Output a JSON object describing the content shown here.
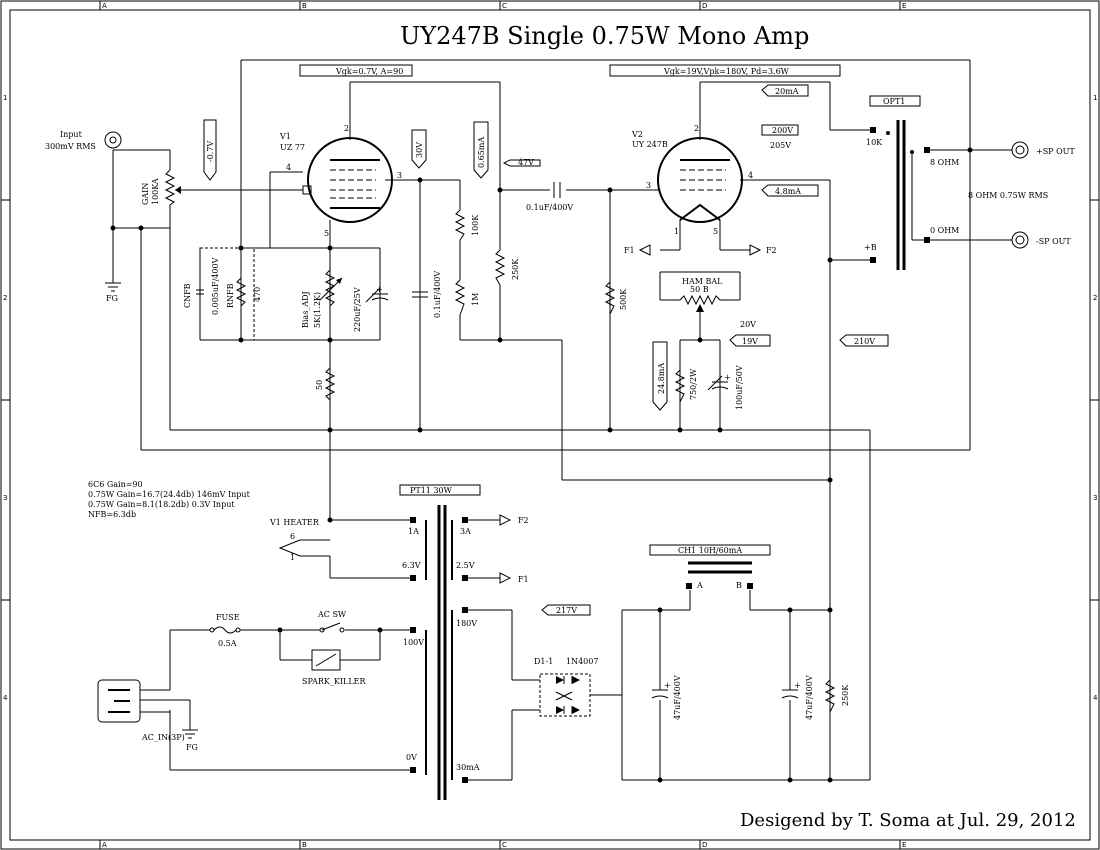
{
  "title": "UY247B Single 0.75W Mono Amp",
  "footer": "Desigend by T. Soma at Jul. 29, 2012",
  "border": {
    "cols": [
      "A",
      "B",
      "C",
      "D",
      "E"
    ],
    "rows": [
      "1",
      "2",
      "3",
      "4"
    ]
  },
  "input": {
    "name": "Input",
    "level": "300mV RMS",
    "fg": "FG"
  },
  "gain_pot": {
    "name": "GAIN",
    "value": "100KA"
  },
  "nfb": {
    "cap_name": "CNFB",
    "cap_value": "0.005uF/400V",
    "res_name": "RNFB",
    "res_value": "470"
  },
  "v1": {
    "ref": "V1",
    "type": "UZ 77",
    "pin_grid": "4",
    "pin_plate": "2",
    "pin_screen": "3",
    "pin_cathode": "5",
    "bias_label": "Vgk=0.7V, A=90",
    "grid_voltage": "-0.7V",
    "screen_voltage": "30V",
    "current": "0.65mA",
    "bias_adj_name": "Bias_ADJ",
    "bias_adj_value": "5K(1.2K)",
    "cathode_cap": "220uF/25V",
    "cathode_res": "50",
    "screen_cap": "0.1uF/400V",
    "r_100k": "100K",
    "r_1m": "1M",
    "r_250k": "250K"
  },
  "coupling": {
    "voltage": "47V",
    "cap": "0.1uF/400V"
  },
  "v2": {
    "ref": "V2",
    "type": "UY 247B",
    "pin_grid": "3",
    "pin_plate": "2",
    "pin_screen": "4",
    "pin_f1": "1",
    "pin_f2": "5",
    "bias_label": "Vgk=19V,Vpk=180V, Pd=3.6W",
    "plate_current": "20mA",
    "plate_voltage_box": "200V",
    "plate_voltage": "205V",
    "screen_current": "4.8mA",
    "grid_res": "500K",
    "hum_bal_name": "HAM BAL",
    "hum_bal_value": "50 B",
    "cathode_voltage_text": "20V",
    "cathode_voltage_box": "19V",
    "cathode_current": "24.8mA",
    "cathode_res": "750/2W",
    "cathode_cap": "100uF/50V",
    "f1": "F1",
    "f2": "F2"
  },
  "opt": {
    "name": "OPT1",
    "primary": "10K",
    "b_plus": "+B",
    "tap_8": "8 OHM",
    "tap_0": "0 OHM",
    "sp_plus": "+SP OUT",
    "sp_minus": "-SP OUT",
    "rating": "8 OHM 0.75W RMS",
    "b_voltage": "210V"
  },
  "notes": [
    "6C6 Gain=90",
    "0.75W Gain=16.7(24.4db) 146mV Input",
    "0.75W Gain=8.1(18.2db) 0.3V Input",
    "NFB=6.3db"
  ],
  "heater": {
    "name": "V1 HEATER",
    "pin_a": "6",
    "pin_b": "1"
  },
  "pt": {
    "name": "PT11 30W",
    "tap_1a": "1A",
    "tap_63": "6.3V",
    "tap_3a": "3A",
    "tap_25": "2.5V",
    "tap_100": "100V",
    "tap_0": "0V",
    "tap_180": "180V",
    "tap_30ma": "30mA",
    "f1": "F1",
    "f2": "F2"
  },
  "mains": {
    "fuse_name": "FUSE",
    "fuse_value": "0.5A",
    "switch": "AC SW",
    "spark": "SPARK_KILLER",
    "inlet": "AC_IN(3P)",
    "fg": "FG"
  },
  "rectifier": {
    "name": "D1-1",
    "part": "1N4007",
    "dc_voltage": "217V"
  },
  "choke": {
    "name": "CH1 10H/60mA",
    "a": "A",
    "b": "B"
  },
  "psu": {
    "cap1": "47uF/400V",
    "cap2": "47uF/400V",
    "bleeder": "250K"
  }
}
